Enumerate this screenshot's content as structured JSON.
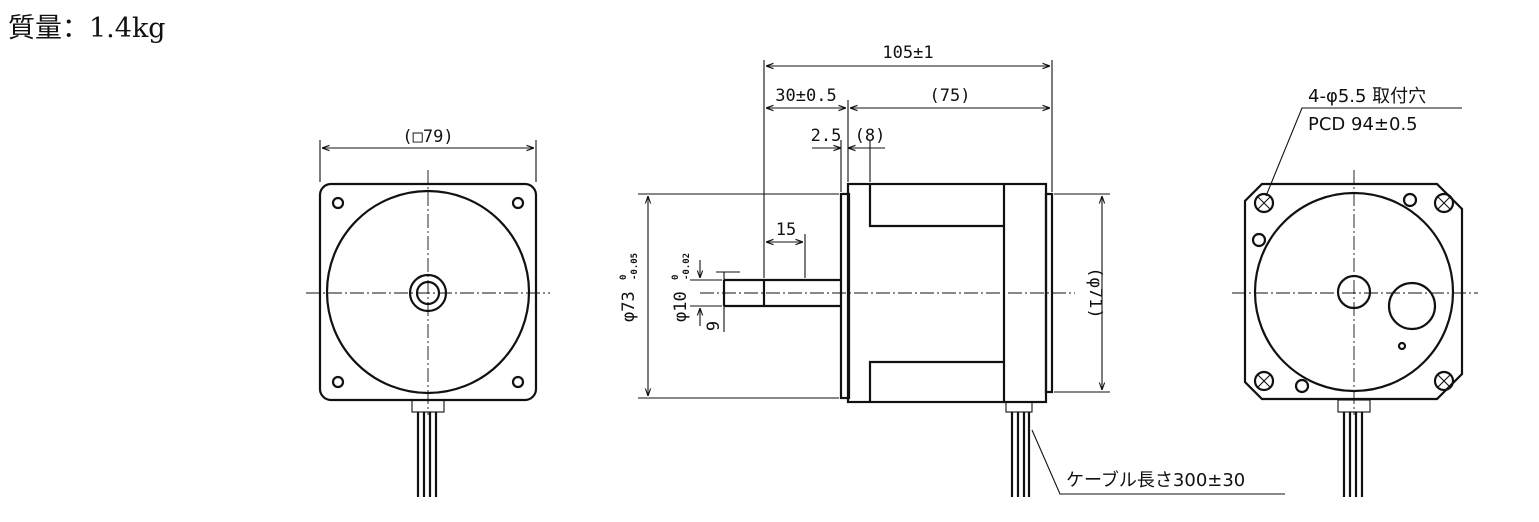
{
  "mass_label": "質量：1.4kg",
  "front_view": {
    "width_dim": "(□79)"
  },
  "side_view": {
    "overall_length": "105±1",
    "shaft_length": "30±0.5",
    "body_length": "(75)",
    "flange_thickness": "2.5",
    "pilot_length": "(8)",
    "flat_length": "15",
    "pilot_diameter": "φ73",
    "pilot_tol_upper": "0",
    "pilot_tol_lower": "-0.05",
    "shaft_diameter": "φ10",
    "shaft_tol_upper": "0",
    "shaft_tol_lower": "-0.02",
    "flat_dim": "9",
    "rear_diameter": "(φ71)",
    "cable_note": "ケーブル長さ300±30"
  },
  "rear_view": {
    "hole_note": "4-φ5.5 取付穴",
    "pcd_note": "PCD 94±0.5"
  }
}
